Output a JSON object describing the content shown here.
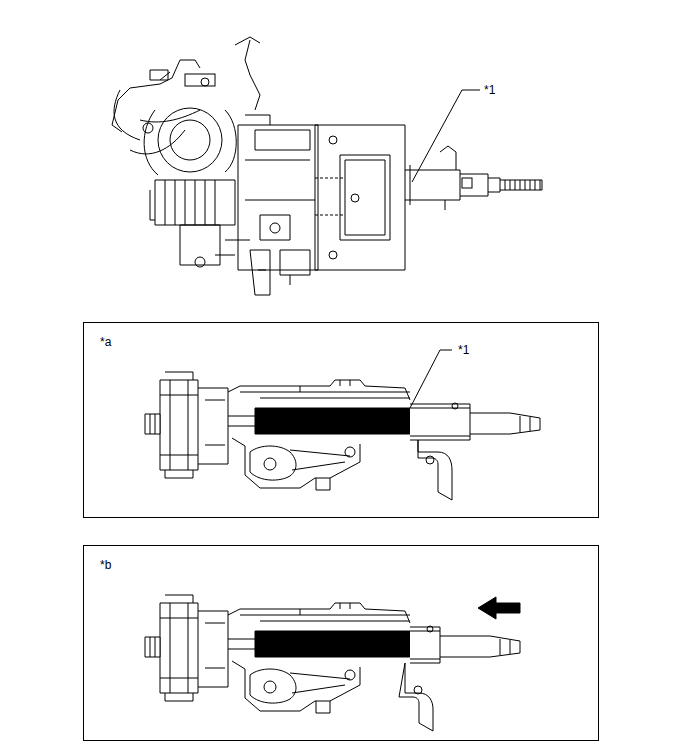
{
  "diagram": {
    "nodes": [
      {
        "text": [
          "*a",
          "*1"
        ]
      },
      {
        "text": [
          "*b"
        ]
      }
    ],
    "labels": [
      "*1"
    ]
  }
}
